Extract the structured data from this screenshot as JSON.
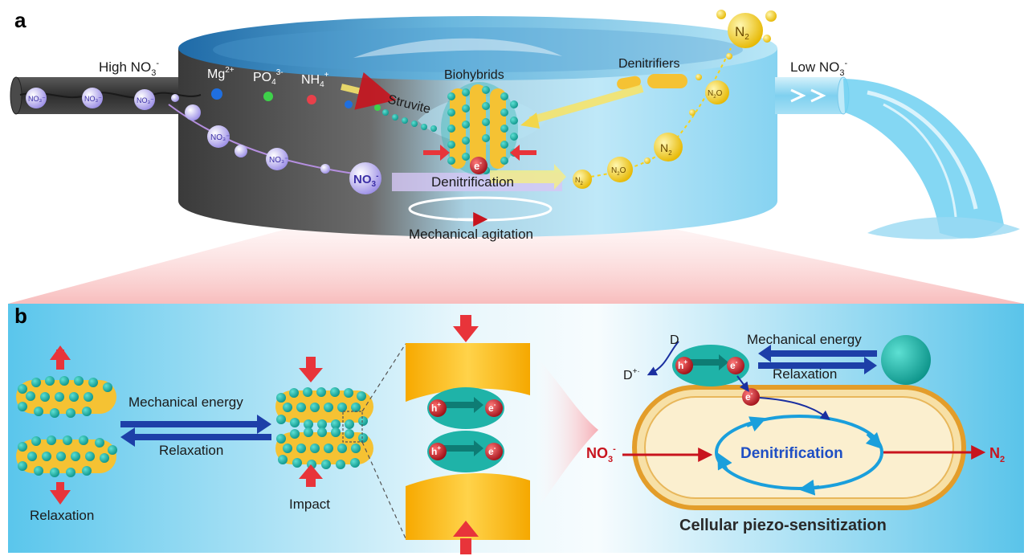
{
  "panel_a": {
    "letter": "a",
    "high_label": "High NO",
    "high_sub": "3",
    "high_sup": "-",
    "low_label": "Low NO",
    "low_sub": "3",
    "low_sup": "-",
    "mg": "Mg",
    "mg_sup": "2+",
    "po": "PO",
    "po_sub": "4",
    "po_sup": "3-",
    "nh": "NH",
    "nh_sub": "4",
    "nh_sup": "+",
    "struvite": "Struvite",
    "biohybrids": "Biohybrids",
    "denitrifiers": "Denitrifiers",
    "denitrification": "Denitrification",
    "agitation": "Mechanical agitation",
    "electron": "e",
    "electron_sup": "-",
    "no3": "NO",
    "no3_sub": "3",
    "no3_sup": "-",
    "n2": "N",
    "n2_sub": "2",
    "n2o": "N",
    "n2o_sub": "2",
    "n2o_tail": "O"
  },
  "panel_b": {
    "letter": "b",
    "mech_energy_left": "Mechanical energy",
    "relaxation_left": "Relaxation",
    "relaxation_bottom": "Relaxation",
    "impact": "Impact",
    "hole": "h",
    "hole_sup": "+",
    "electron": "e",
    "electron_sup": "-",
    "donor": "D",
    "donor_ox": "D",
    "donor_ox_sup": "+·",
    "mech_energy_right": "Mechanical energy",
    "relaxation_right": "Relaxation",
    "no3": "NO",
    "no3_sub": "3",
    "no3_sup": "-",
    "n2": "N",
    "n2_sub": "2",
    "denitrification": "Denitrification",
    "caption": "Cellular piezo-sensitization"
  },
  "colors": {
    "nitrate_ion": "#b9aef0",
    "struvite_teal": "#1fb3a8",
    "bacteria_yellow": "#f5c233",
    "n2_bubble": "#f6d21c",
    "arrow_red": "#e8343a",
    "arrow_blue": "#1d3fa8",
    "denit_text": "#1f4fc4",
    "water_blue": "#8fd6f2"
  }
}
